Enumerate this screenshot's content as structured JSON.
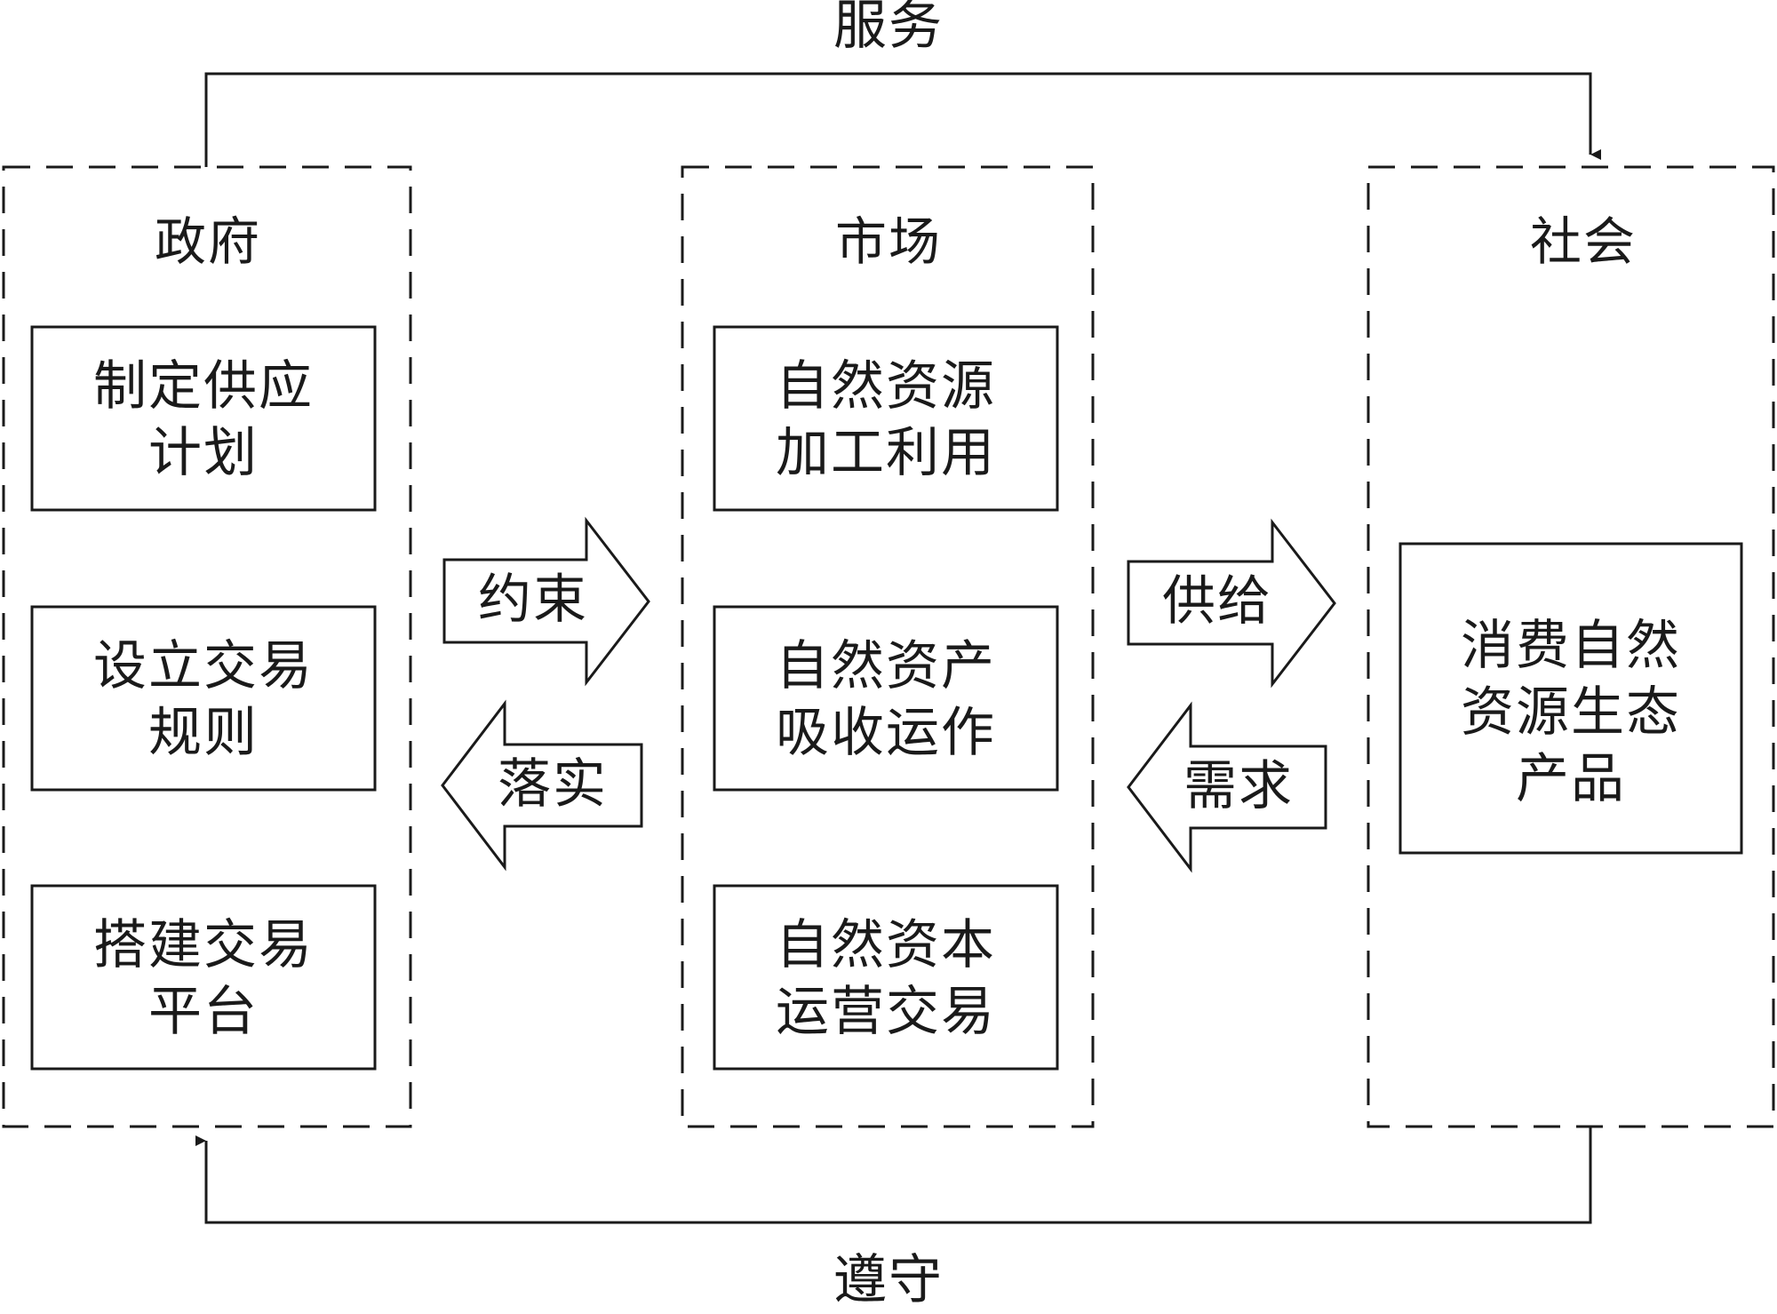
{
  "labels": {
    "service": "服务",
    "comply": "遵守"
  },
  "groups": {
    "government": {
      "title": "政府",
      "boxes": [
        "制定供应\n计划",
        "设立交易\n规则",
        "搭建交易\n平台"
      ]
    },
    "market": {
      "title": "市场",
      "boxes": [
        "自然资源\n加工利用",
        "自然资产\n吸收运作",
        "自然资本\n运营交易"
      ]
    },
    "society": {
      "title": "社会",
      "boxes": [
        "消费自然\n资源生态\n产品"
      ]
    }
  },
  "arrows": {
    "constraint": "约束",
    "implement": "落实",
    "supply": "供给",
    "demand": "需求"
  }
}
